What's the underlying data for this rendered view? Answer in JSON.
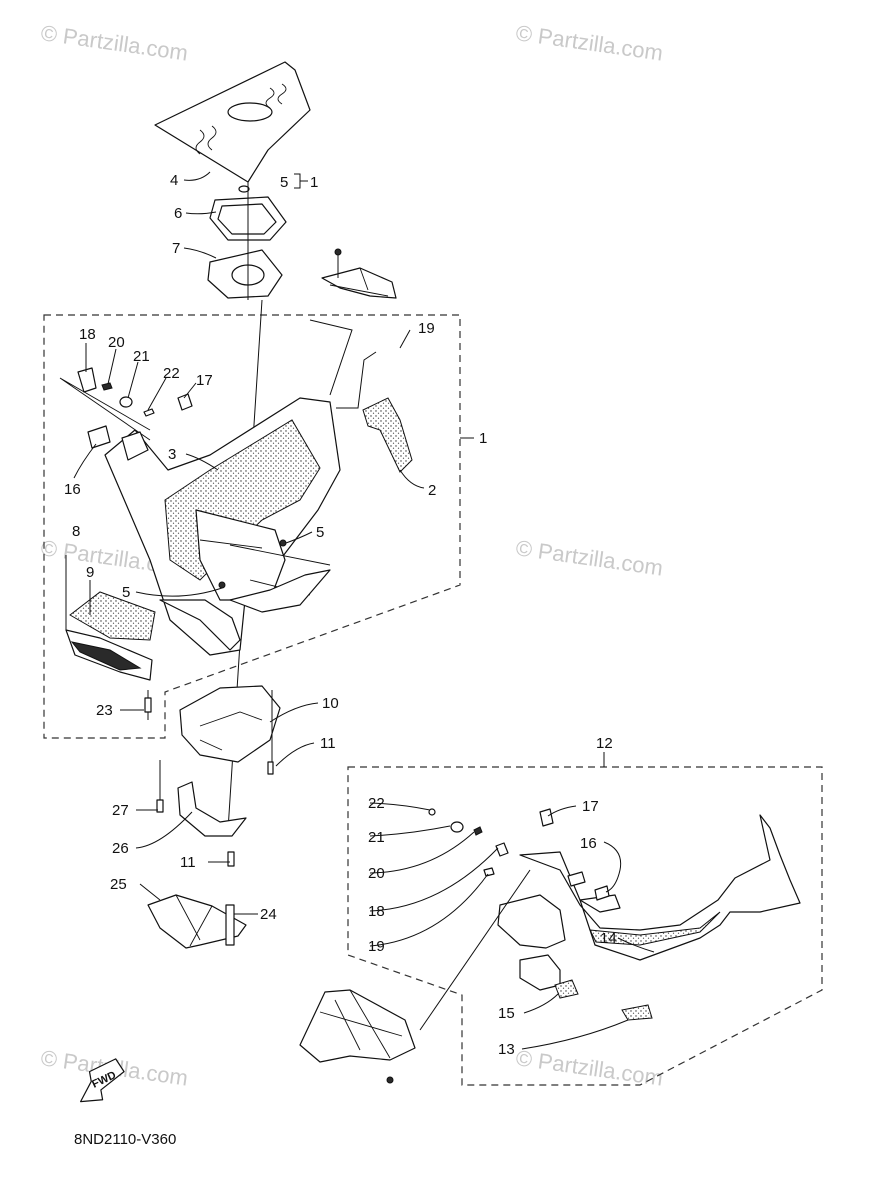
{
  "watermark": "© Partzilla.com",
  "drawing_code": "8ND2110-V360",
  "fwd_label": "FWD",
  "callouts": {
    "c1_top": "1",
    "c1_side": "1",
    "c2": "2",
    "c3": "3",
    "c4": "4",
    "c5_top": "5",
    "c5_right": "5",
    "c5_center": "5",
    "c6": "6",
    "c7": "7",
    "c8": "8",
    "c9": "9",
    "c10": "10",
    "c11_a": "11",
    "c11_b": "11",
    "c12": "12",
    "c13": "13",
    "c14": "14",
    "c15": "15",
    "c16_left": "16",
    "c16_right": "16",
    "c17_left": "17",
    "c17_right": "17",
    "c18_left": "18",
    "c18_right": "18",
    "c19_left": "19",
    "c19_right": "19",
    "c20_left": "20",
    "c20_right": "20",
    "c21_left": "21",
    "c21_right": "21",
    "c22_left": "22",
    "c22_right": "22",
    "c23": "23",
    "c24": "24",
    "c25": "25",
    "c26": "26",
    "c27": "27"
  }
}
